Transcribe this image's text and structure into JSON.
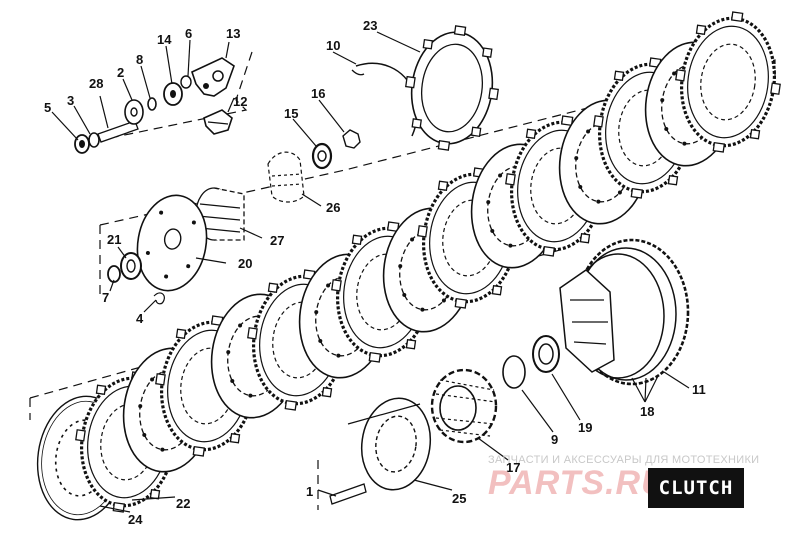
{
  "labels": {
    "l1": "1",
    "l2": "2",
    "l3": "3",
    "l4": "4",
    "l5": "5",
    "l6": "6",
    "l7": "7",
    "l8": "8",
    "l9": "9",
    "l10": "10",
    "l11": "11",
    "l12": "12",
    "l13": "13",
    "l14": "14",
    "l15": "15",
    "l16": "16",
    "l17": "17",
    "l18": "18",
    "l19": "19",
    "l20": "20",
    "l21": "21",
    "l22": "22",
    "l23": "23",
    "l24": "24",
    "l25": "25",
    "l26": "26",
    "l27": "27",
    "l28": "28"
  },
  "watermark": {
    "subtitle": "ЗАПЧАСТИ И АКСЕССУАРЫ ДЛЯ МОТОТЕХНИКИ",
    "logo": "PARTS.RU"
  },
  "badge": {
    "text": "CLUTCH"
  },
  "colors": {
    "ink": "#111111",
    "watermark_red": "#f2c0c0",
    "badge_bg": "#111111",
    "badge_text": "#ffffff"
  }
}
